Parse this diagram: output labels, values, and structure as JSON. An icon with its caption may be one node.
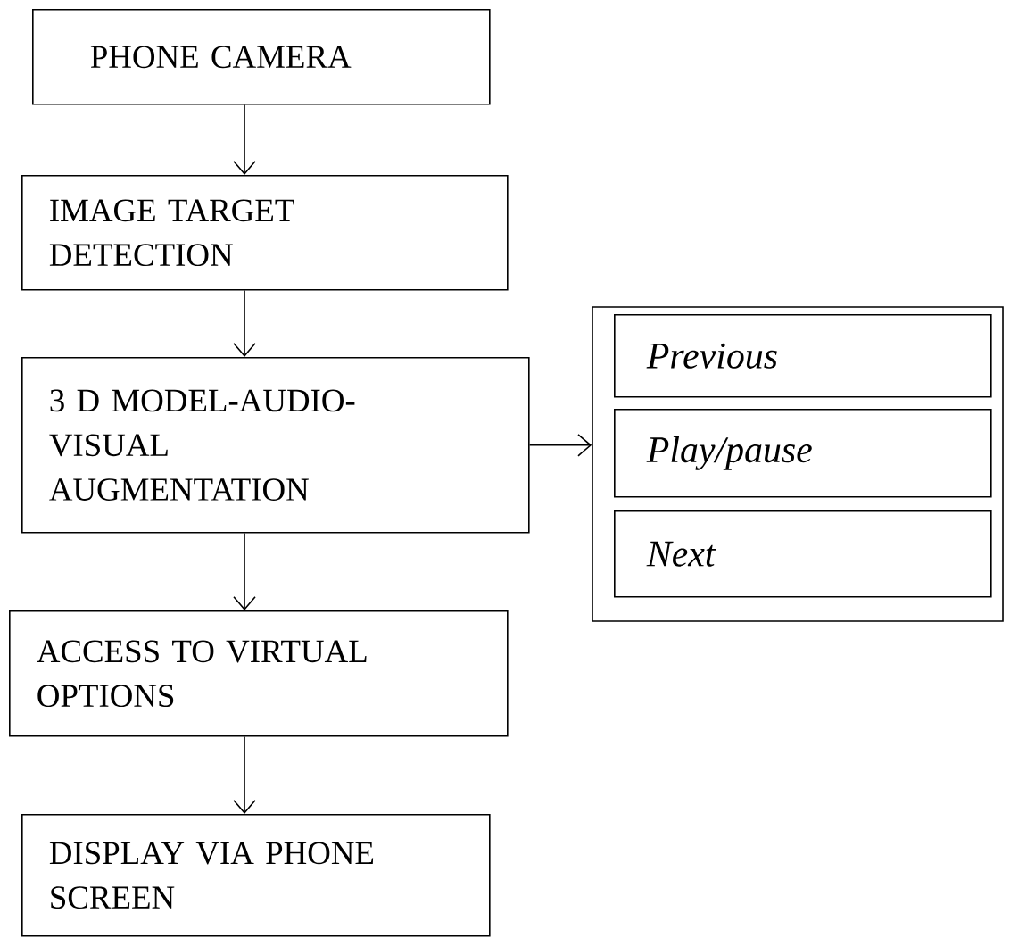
{
  "diagram": {
    "nodes": [
      {
        "text": [
          "PHONE CAMERA"
        ]
      },
      {
        "text": [
          "IMAGE TARGET DETECTION"
        ]
      },
      {
        "text": [
          "3 D MODEL-AUDIO-VISUAL AUGMENTATION"
        ]
      },
      {
        "text": [],
        "shape": "box"
      },
      {
        "text": [
          "Previous"
        ],
        "in": 3
      },
      {
        "text": [
          "Play/pause"
        ],
        "in": 3
      },
      {
        "text": [
          "Next"
        ],
        "in": 3
      },
      {
        "text": [
          "ACCESS TO VIRTUAL OPTIONS"
        ]
      },
      {
        "text": [
          "DISPLAY VIA PHONE SCREEN"
        ]
      }
    ],
    "edges": [
      {
        "from": 0,
        "to": 1,
        "arrow": "to"
      },
      {
        "from": 1,
        "to": 2,
        "arrow": "to"
      },
      {
        "from": 2,
        "to": 3,
        "arrow": "to"
      },
      {
        "from": 2,
        "to": 7,
        "arrow": "to"
      },
      {
        "from": 7,
        "to": 8,
        "arrow": "to"
      }
    ]
  }
}
